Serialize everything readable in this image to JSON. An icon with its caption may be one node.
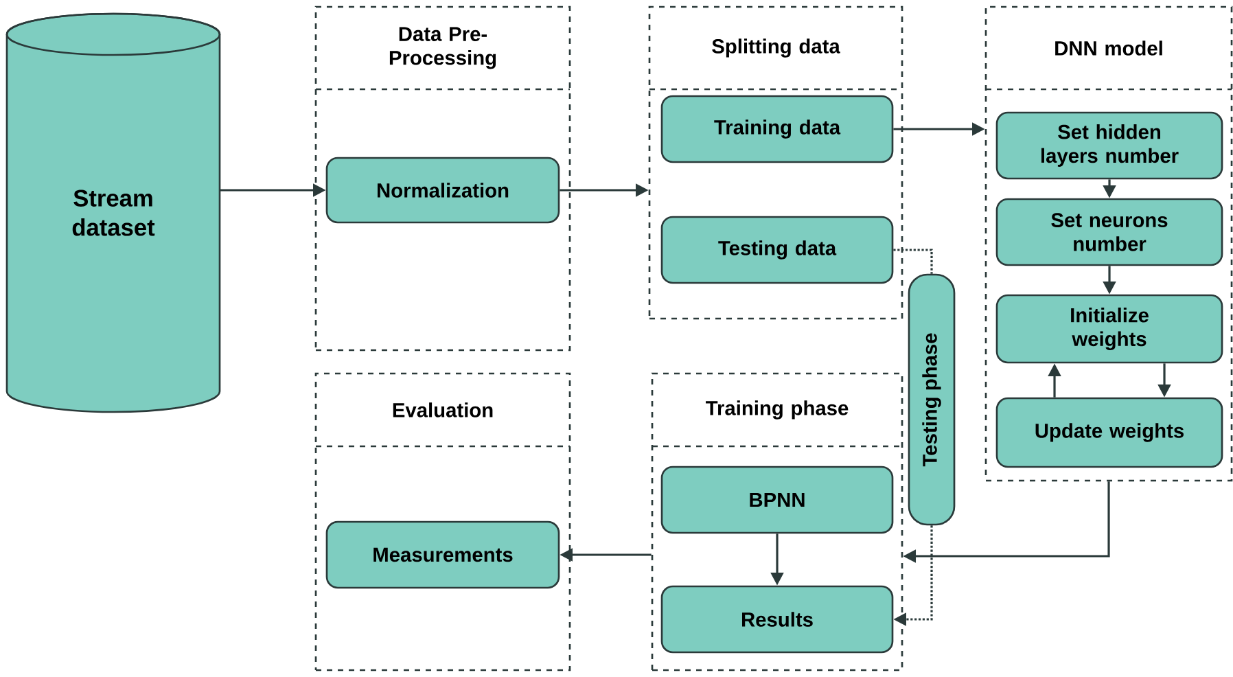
{
  "diagram": {
    "nodes": [
      {
        "text": [
          "Stream dataset"
        ]
      },
      {
        "text": [
          "Data Pre-Processing"
        ]
      },
      {
        "text": [
          "Normalization"
        ],
        "in": 1
      },
      {
        "text": [
          "Splitting data"
        ]
      },
      {
        "text": [
          "Training data"
        ],
        "in": 3
      },
      {
        "text": [
          "Testing data"
        ],
        "in": 3
      },
      {
        "text": [
          "DNN model"
        ]
      },
      {
        "text": [
          "Set hidden layers number"
        ],
        "in": 6
      },
      {
        "text": [
          "Set neurons number"
        ],
        "in": 6
      },
      {
        "text": [
          "Initialize weights"
        ],
        "in": 6
      },
      {
        "text": [
          "Update weights"
        ],
        "in": 6
      },
      {
        "text": [
          "Testing phase"
        ]
      },
      {
        "text": [
          "Evaluation"
        ]
      },
      {
        "text": [
          "Measurements"
        ],
        "in": 12
      },
      {
        "text": [
          "Training phase"
        ]
      },
      {
        "text": [
          "BPNN"
        ],
        "in": 14
      },
      {
        "text": [
          "Results"
        ],
        "in": 14
      }
    ],
    "edges": [
      {
        "from": 0,
        "to": 2,
        "arrow": "to"
      },
      {
        "from": 2,
        "to": 3,
        "arrow": "to"
      },
      {
        "from": 4,
        "to": 6,
        "arrow": "to"
      },
      {
        "from": 7,
        "to": 8,
        "arrow": "to"
      },
      {
        "from": 8,
        "to": 9,
        "arrow": "to"
      },
      {
        "from": 10,
        "to": 9,
        "arrow": "to"
      },
      {
        "from": 9,
        "to": 10,
        "arrow": "to"
      },
      {
        "from": 6,
        "to": 14,
        "arrow": "to"
      },
      {
        "from": 14,
        "to": 13,
        "arrow": "to"
      },
      {
        "from": 15,
        "to": 16,
        "arrow": "to"
      },
      {
        "from": 5,
        "to": 11,
        "arrow": "none",
        "style": "dashed"
      },
      {
        "from": 11,
        "to": 16,
        "arrow": "to",
        "style": "dashed"
      }
    ]
  }
}
